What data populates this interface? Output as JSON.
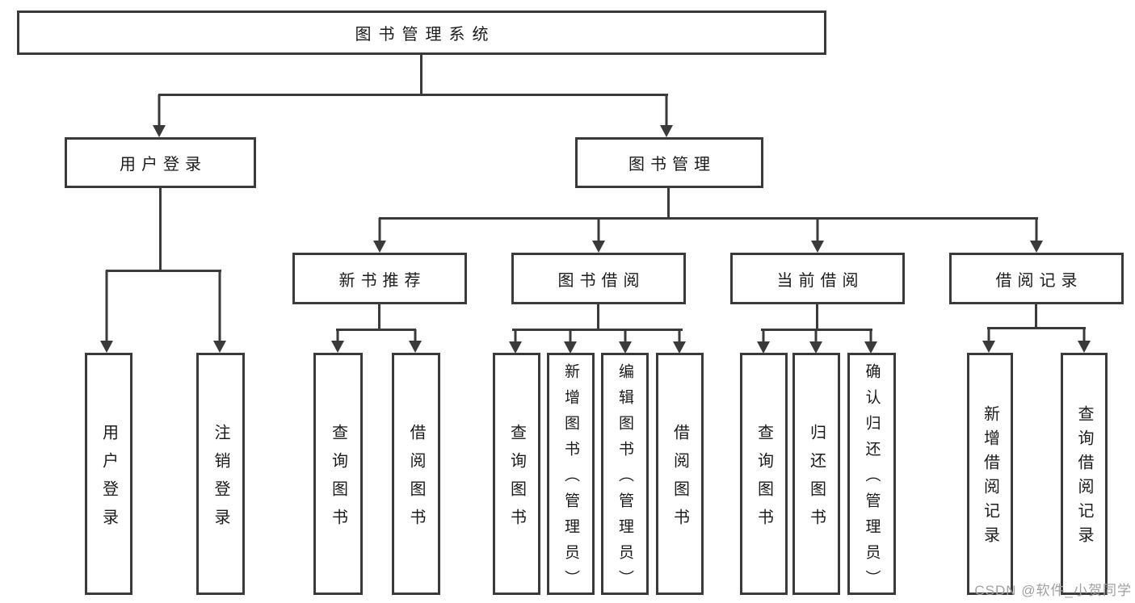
{
  "diagram": {
    "root": {
      "label": "图书管理系统"
    },
    "level2": [
      {
        "label": "用户登录"
      },
      {
        "label": "图书管理"
      }
    ],
    "level3": [
      {
        "label": "新书推荐"
      },
      {
        "label": "图书借阅"
      },
      {
        "label": "当前借阅"
      },
      {
        "label": "借阅记录"
      }
    ],
    "leaves": {
      "user_login": [
        "用户登录",
        "注销登录"
      ],
      "new_book_recommend": [
        "查询图书",
        "借阅图书"
      ],
      "book_borrow": [
        "查询图书",
        "新增图书（管理员）",
        "编辑图书（管理员）",
        "借阅图书"
      ],
      "current_borrow": [
        "查询图书",
        "归还图书",
        "确认归还（管理员）"
      ],
      "borrow_records": [
        "新增借阅记录",
        "查询借阅记录"
      ]
    },
    "colors": {
      "line": "#3a3a3a",
      "box_background": "#ffffff",
      "text": "#1b1b1b",
      "watermark": "#a0a0a2"
    }
  },
  "watermark": {
    "text": "CSDN @软件_小贺同学"
  }
}
